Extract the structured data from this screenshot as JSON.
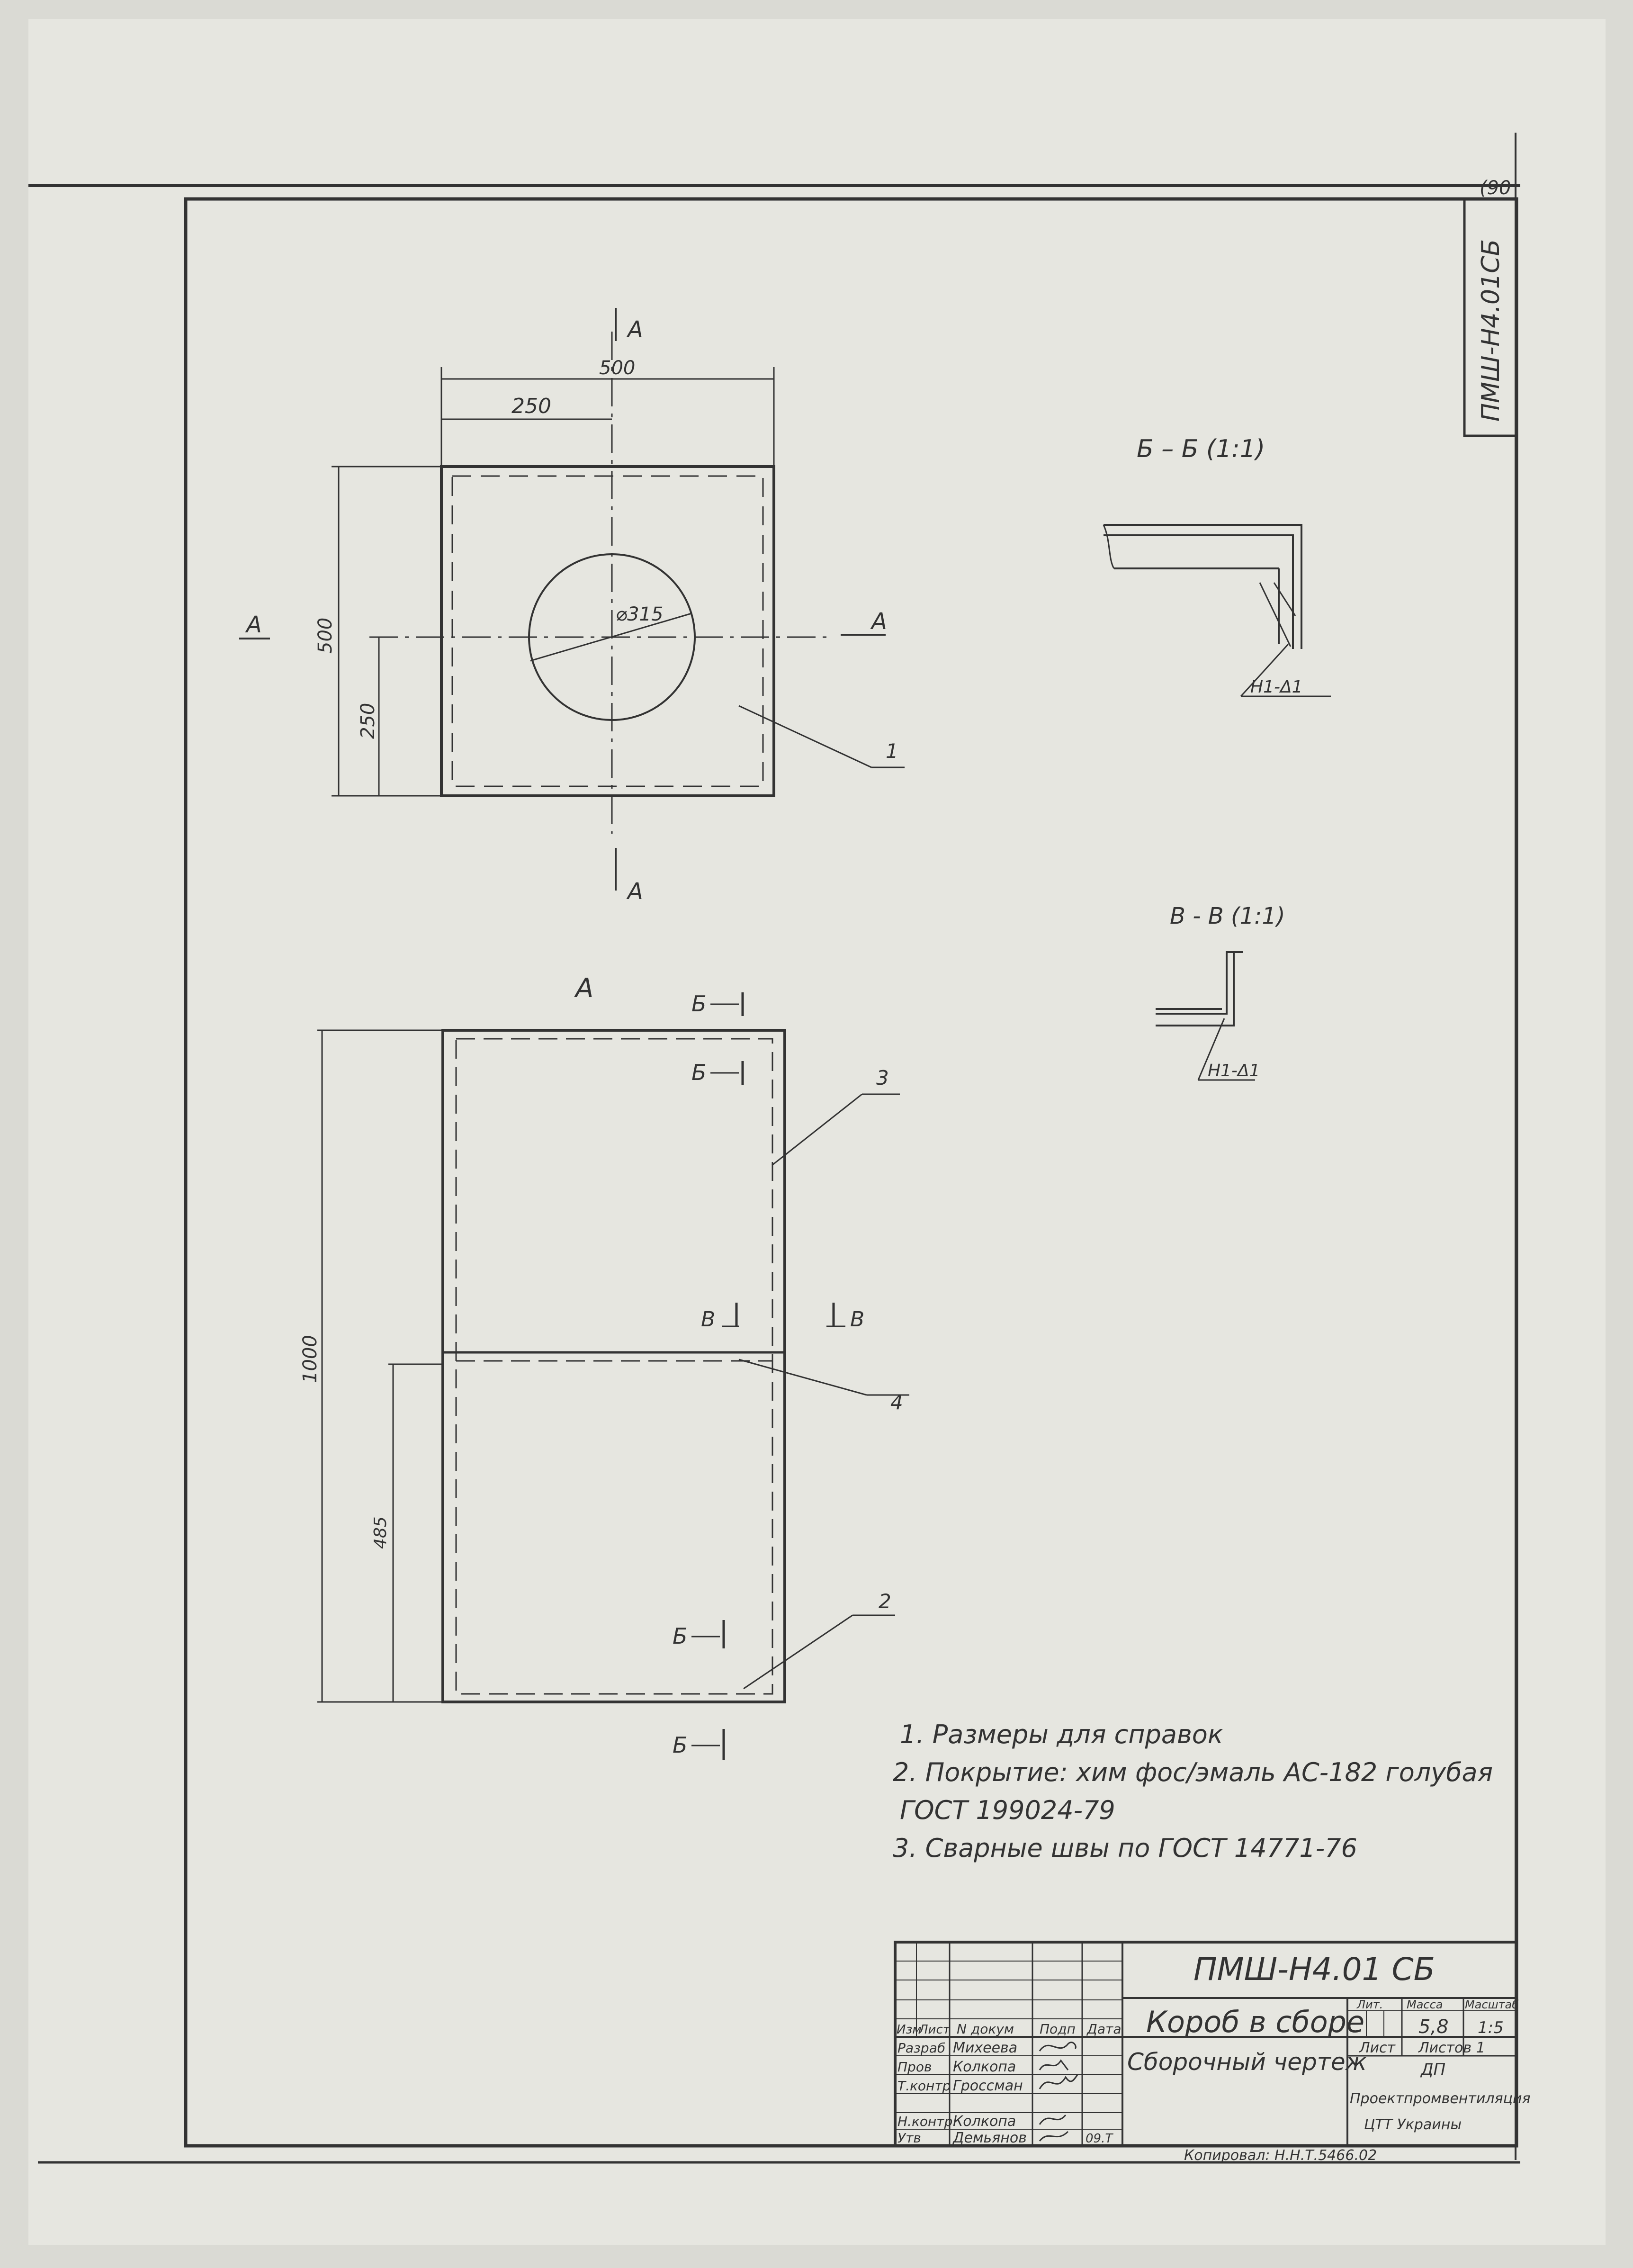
{
  "stamp": {
    "sheet_no": "(90",
    "side_code": "ПМШ-Н4.01СБ",
    "doc_code": "ПМШ-Н4.01 СБ",
    "title": "Короб в сборе",
    "subtitle": "Сборочный чертеж",
    "col_izm": "Изм",
    "col_list": "Лист",
    "col_doc": "N докум",
    "col_sign": "Подп",
    "col_date": "Дата",
    "roles": [
      "Разраб",
      "Пров",
      "Т.контр",
      "Н.контр",
      "Утв"
    ],
    "names": [
      "Михеева",
      "Колкопа",
      "Гроссман",
      "Колкопа",
      "Демьянов"
    ],
    "date_last": "09.Т",
    "lit_label": "Лит.",
    "mass_label": "Масса",
    "scale_label": "Масштаб",
    "mass_value": "5,8",
    "scale_value": "1:5",
    "sheet_label": "Лист",
    "sheets_label": "Листов 1",
    "org_short": "ДП",
    "org_name": "Проектпромвентиляция",
    "org_sub": "ЦТТ Украины",
    "copy_note": "Копировал: Н.Н.Т.5466.02"
  },
  "plan": {
    "dim_width": "500",
    "dim_half_w": "250",
    "dim_height": "500",
    "dim_half_h": "250",
    "hole_dia": "⌀315",
    "cut": "А",
    "leader_1": "1"
  },
  "elevation": {
    "view_label": "А",
    "dim_total": "1000",
    "dim_lower": "485",
    "cut_b": "Б",
    "cut_v": "В",
    "leader_2": "2",
    "leader_3": "3",
    "leader_4": "4"
  },
  "section_bb": {
    "title": "Б – Б (1:1)",
    "weld": "Н1-Δ1"
  },
  "section_vv": {
    "title": "В - В (1:1)",
    "weld": "Н1-Δ1"
  },
  "notes": [
    "1. Размеры для справок",
    "2. Покрытие: хим фос/эмаль АС-182 голубая",
    "ГОСТ 199024-79",
    "3. Сварные швы по ГОСТ 14771-76"
  ]
}
